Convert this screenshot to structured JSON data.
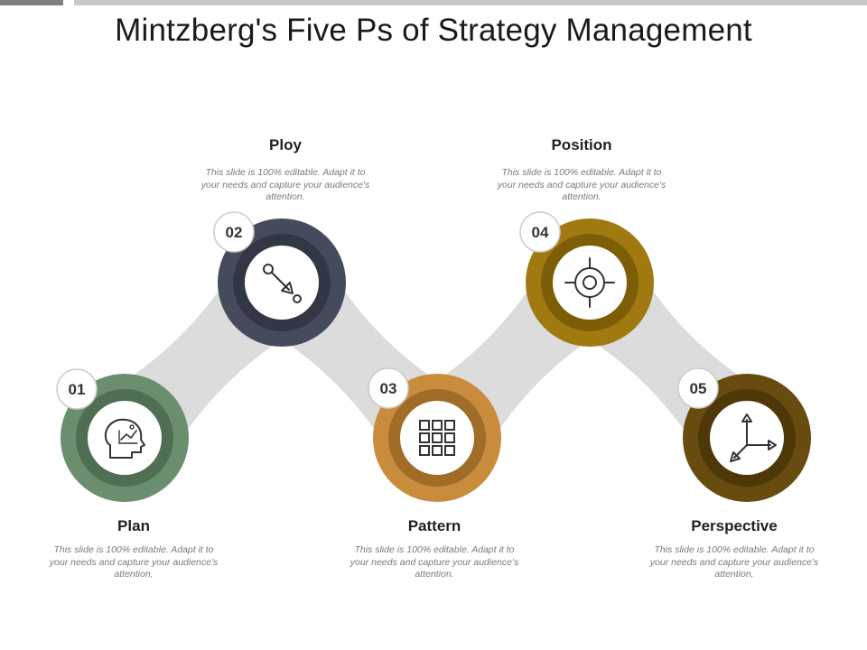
{
  "title": "Mintzberg's Five Ps of Strategy Management",
  "colors": {
    "connector": "#dcdcdc",
    "badge_border": "#cccccc",
    "top_bar_dark": "#7f7f7f",
    "top_bar_light": "#c8c8c8"
  },
  "steps": [
    {
      "number": "01",
      "title": "Plan",
      "description": "This slide is 100% editable. Adapt it to your needs and capture your audience's attention.",
      "icon": "head-growth-icon",
      "outer_color": "#6b8e6f",
      "inner_color": "#4f6e53"
    },
    {
      "number": "02",
      "title": "Ploy",
      "description": "This slide is 100% editable. Adapt it to your needs and capture your audience's attention.",
      "icon": "target-arrow-icon",
      "outer_color": "#464b5b",
      "inner_color": "#333745"
    },
    {
      "number": "03",
      "title": "Pattern",
      "description": "This slide is 100% editable. Adapt it to your needs and capture your audience's attention.",
      "icon": "grid-pattern-icon",
      "outer_color": "#c98c3d",
      "inner_color": "#a06c27"
    },
    {
      "number": "04",
      "title": "Position",
      "description": "This slide is 100% editable. Adapt it to your needs and capture your audience's attention.",
      "icon": "crosshair-icon",
      "outer_color": "#a07a10",
      "inner_color": "#7d5e07"
    },
    {
      "number": "05",
      "title": "Perspective",
      "description": "This slide is 100% editable. Adapt it to your needs and capture your audience's attention.",
      "icon": "axes-arrows-icon",
      "outer_color": "#684b0e",
      "inner_color": "#4e3807"
    }
  ]
}
